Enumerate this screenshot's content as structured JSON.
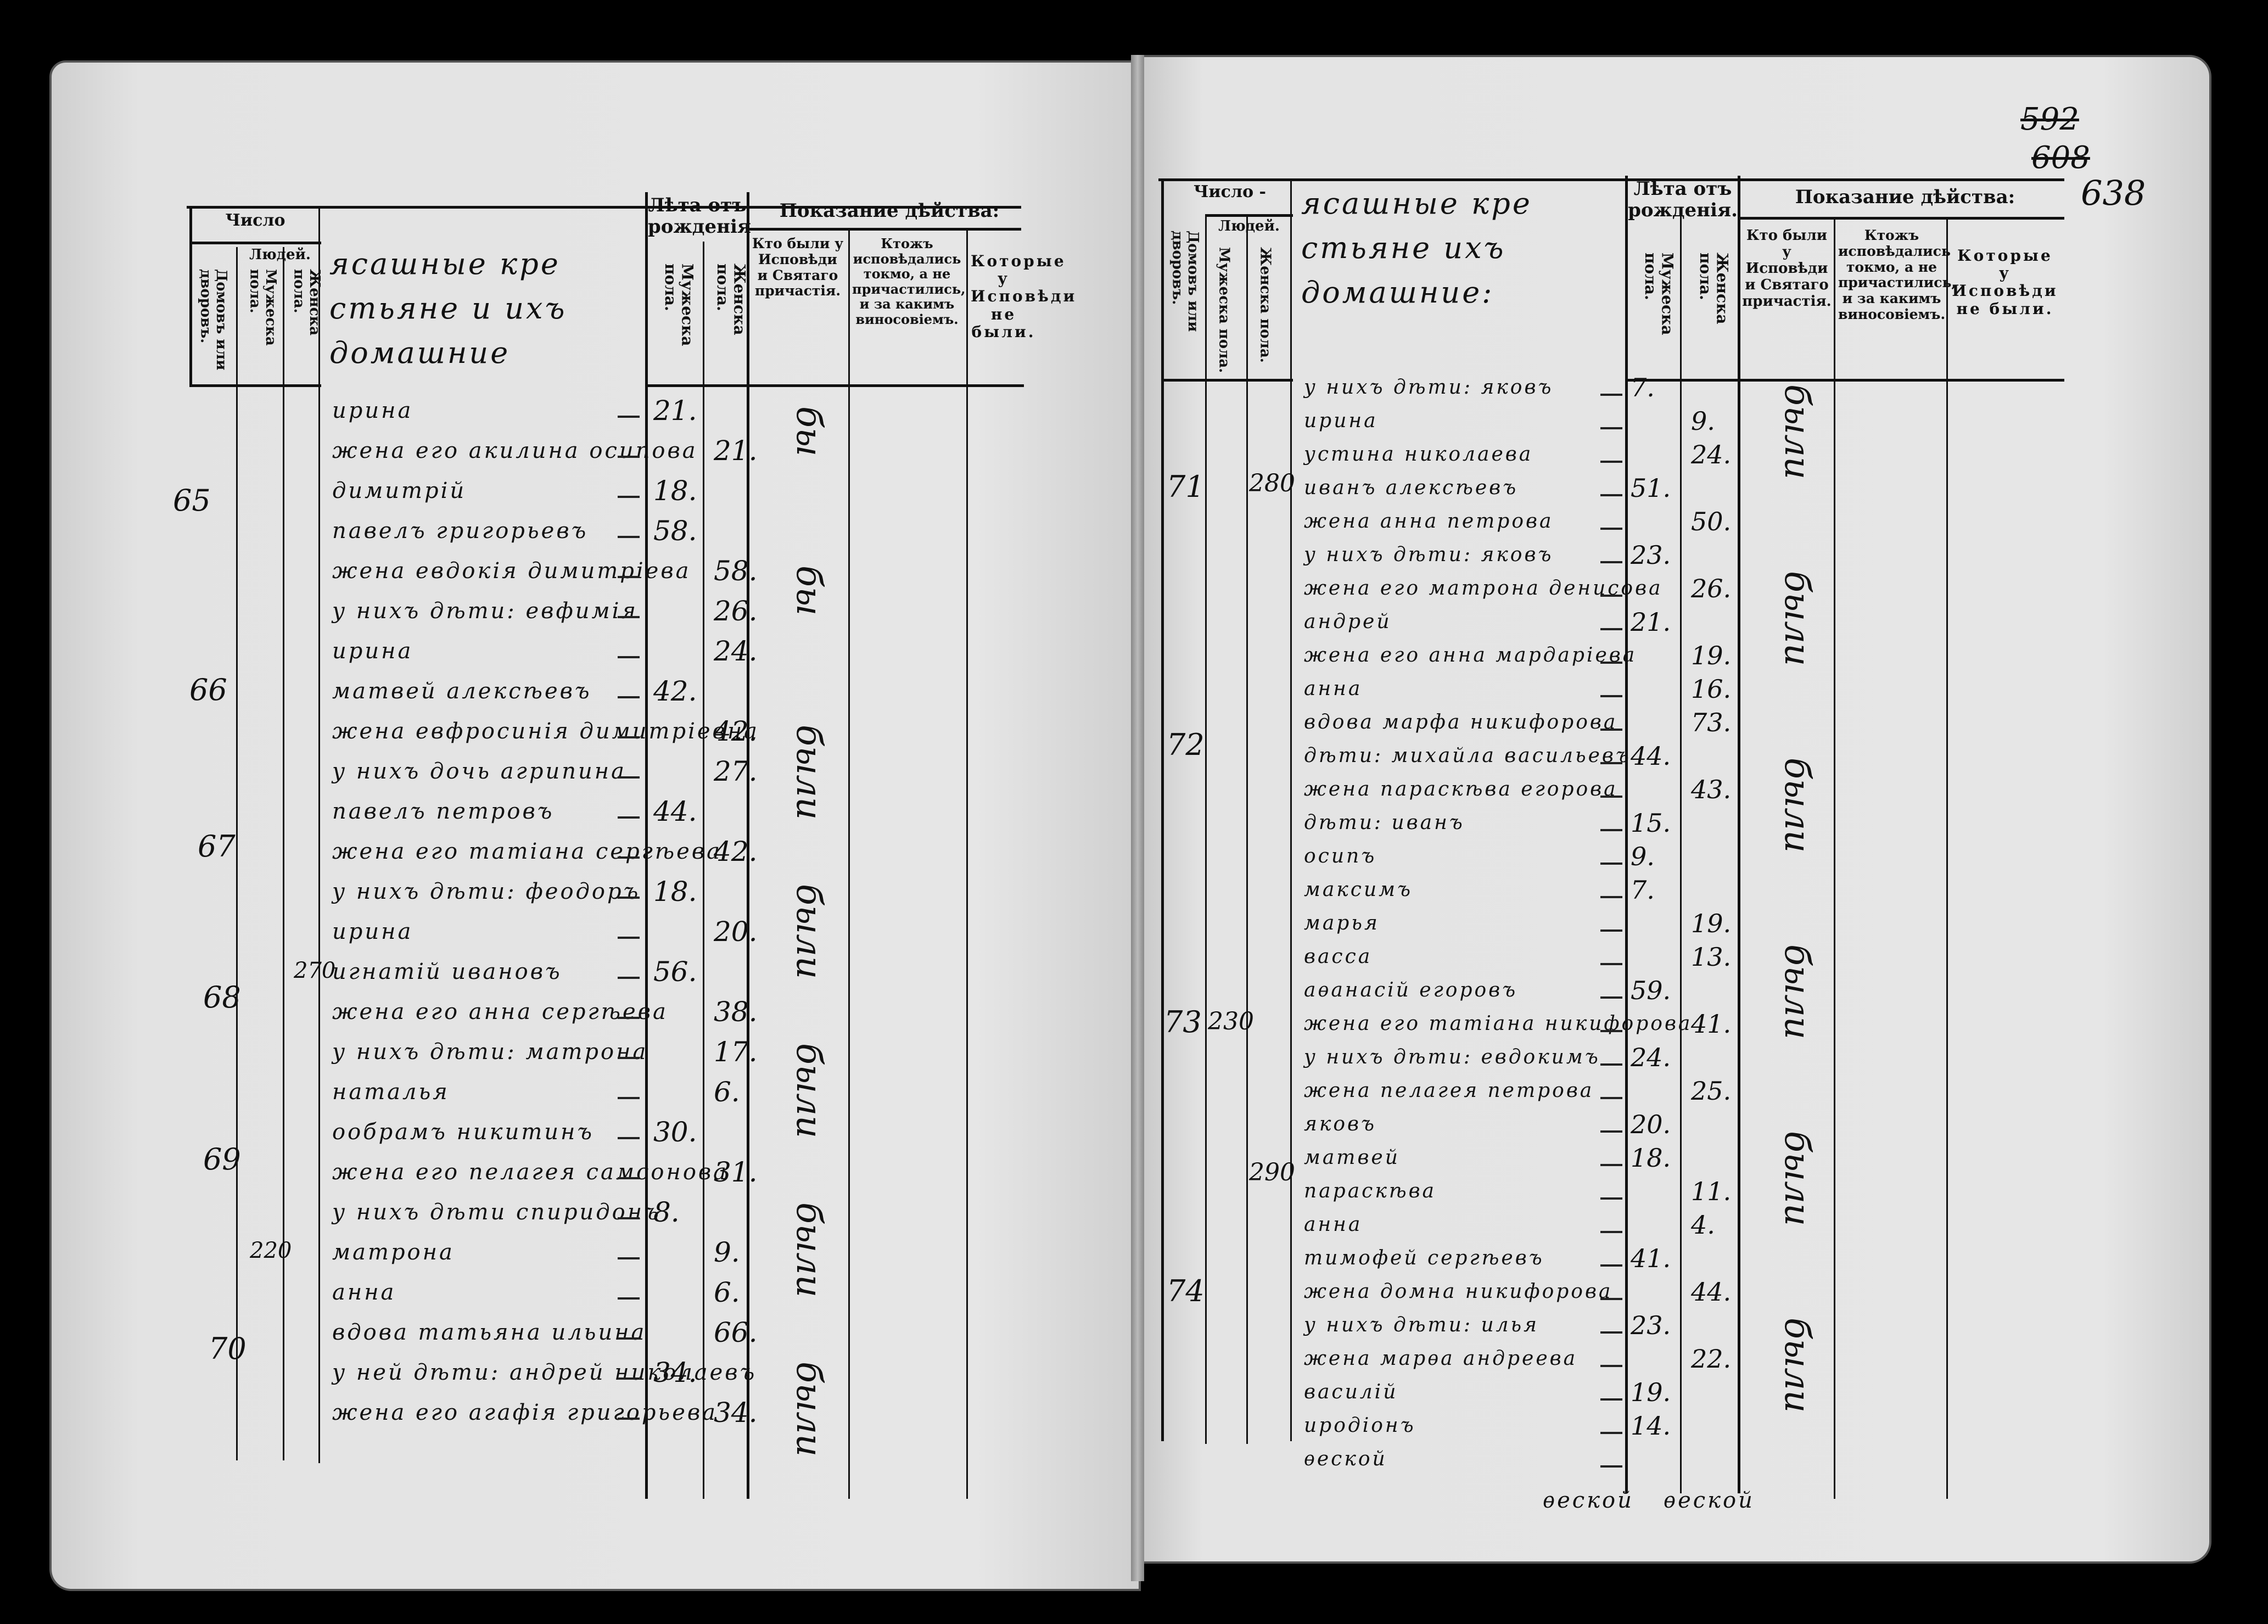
{
  "document": {
    "folio_marks": [
      "592",
      "608",
      "638"
    ],
    "left_page": {
      "headers": {
        "number": "Число",
        "people": "Людей.",
        "houses": "Домовъ или дворовъ.",
        "male": "Мужеска пола.",
        "female": "Женска пола.",
        "household_title": "ясашные кре стьяне и ихъ домашние",
        "age_header": "Лѣта отъ рожденія",
        "age_male": "Мужеска пола.",
        "age_female": "Женска пола.",
        "action_header": "Показание дѣйства:",
        "col_confessed": "Кто были у Исповѣди и Святаго причастія.",
        "col_confessed_only": "Ктожъ исповѣдались токмо, а не причастились, и за какимъ виносовіемъ.",
        "col_not_confessed": "Которые у Исповѣди не были."
      },
      "house_numbers": [
        "65",
        "66",
        "67",
        "68",
        "69",
        "70"
      ],
      "people_tallies": [
        "270",
        "220"
      ],
      "entries": [
        {
          "name": "ирина",
          "male": "21.",
          "female": ""
        },
        {
          "name": "жена его акилина осипова",
          "male": "",
          "female": "21."
        },
        {
          "name": "димитрій",
          "male": "18.",
          "female": ""
        },
        {
          "name": "павелъ григорьевъ",
          "male": "58.",
          "female": ""
        },
        {
          "name": "жена евдокія димитріева",
          "male": "",
          "female": "58."
        },
        {
          "name": "у нихъ дѣти: евфимія",
          "male": "",
          "female": "26."
        },
        {
          "name": "ирина",
          "male": "",
          "female": "24."
        },
        {
          "name": "матвей алексѣевъ",
          "male": "42.",
          "female": ""
        },
        {
          "name": "жена евфросинія димитріевна",
          "male": "",
          "female": "42."
        },
        {
          "name": "у нихъ дочь агрипина",
          "male": "",
          "female": "27."
        },
        {
          "name": "павелъ петровъ",
          "male": "44.",
          "female": ""
        },
        {
          "name": "жена его татіана сергѣева",
          "male": "",
          "female": "42."
        },
        {
          "name": "у нихъ дѣти: феодоръ",
          "male": "18.",
          "female": ""
        },
        {
          "name": "ирина",
          "male": "",
          "female": "20."
        },
        {
          "name": "игнатій ивановъ",
          "male": "56.",
          "female": ""
        },
        {
          "name": "жена его анна сергѣева",
          "male": "",
          "female": "38."
        },
        {
          "name": "у нихъ дѣти: матрона",
          "male": "",
          "female": "17."
        },
        {
          "name": "наталья",
          "male": "",
          "female": "6."
        },
        {
          "name": "ообрамъ никитинъ",
          "male": "30.",
          "female": ""
        },
        {
          "name": "жена его пелагея самсонова",
          "male": "",
          "female": "31."
        },
        {
          "name": "у нихъ дѣти спиридонъ",
          "male": "8.",
          "female": ""
        },
        {
          "name": "матрона",
          "male": "",
          "female": "9."
        },
        {
          "name": "анна",
          "male": "",
          "female": "6."
        },
        {
          "name": "вдова татьяна ильина",
          "male": "",
          "female": "66."
        },
        {
          "name": "у ней дѣти: андрей николаевъ",
          "male": "34.",
          "female": ""
        },
        {
          "name": "жена его агафія григорьева",
          "male": "",
          "female": "34."
        }
      ],
      "marks": [
        "бы",
        "бы",
        "были",
        "были",
        "были",
        "были",
        "были"
      ]
    },
    "right_page": {
      "headers": {
        "number": "Число -",
        "people": "Людей.",
        "houses": "Домовъ или дворовъ.",
        "male": "Мужеска пола.",
        "female": "Женска пола.",
        "household_title": "ясашные кре стьяне ихъ домашние:",
        "age_header": "Лѣта отъ рожденія.",
        "age_male": "Мужеска пола.",
        "age_female": "Женска пола.",
        "action_header": "Показание дѣйства:",
        "col_confessed": "Кто были у Исповѣди и Святаго причастія.",
        "col_confessed_only": "Ктожъ исповѣдались токмо, а не причастились, и за какимъ виносовіемъ.",
        "col_not_confessed": "Которые у Исповѣди не были."
      },
      "house_numbers": [
        "71",
        "72",
        "73",
        "74"
      ],
      "people_tallies": [
        "280",
        "230",
        "290"
      ],
      "entries": [
        {
          "name": "у нихъ дѣти: яковъ",
          "male": "7.",
          "female": ""
        },
        {
          "name": "ирина",
          "male": "",
          "female": "9."
        },
        {
          "name": "устина николаева",
          "male": "",
          "female": "24."
        },
        {
          "name": "иванъ алексѣевъ",
          "male": "51.",
          "female": ""
        },
        {
          "name": "жена анна петрова",
          "male": "",
          "female": "50."
        },
        {
          "name": "у нихъ дѣти: яковъ",
          "male": "23.",
          "female": ""
        },
        {
          "name": "жена его матрона денисова",
          "male": "",
          "female": "26."
        },
        {
          "name": "андрей",
          "male": "21.",
          "female": ""
        },
        {
          "name": "жена его анна мардаріева",
          "male": "",
          "female": "19."
        },
        {
          "name": "анна",
          "male": "",
          "female": "16."
        },
        {
          "name": "вдова марфа никифорова",
          "male": "",
          "female": "73."
        },
        {
          "name": "дѣти: михайла васильевъ",
          "male": "44.",
          "female": ""
        },
        {
          "name": "жена параскѣва егорова",
          "male": "",
          "female": "43."
        },
        {
          "name": "дѣти: иванъ",
          "male": "15.",
          "female": ""
        },
        {
          "name": "осипъ",
          "male": "9.",
          "female": ""
        },
        {
          "name": "максимъ",
          "male": "7.",
          "female": ""
        },
        {
          "name": "марья",
          "male": "",
          "female": "19."
        },
        {
          "name": "васса",
          "male": "",
          "female": "13."
        },
        {
          "name": "аѳанасій егоровъ",
          "male": "59.",
          "female": ""
        },
        {
          "name": "жена его татіана никифорова",
          "male": "",
          "female": "41."
        },
        {
          "name": "у нихъ дѣти: евдокимъ",
          "male": "24.",
          "female": ""
        },
        {
          "name": "жена пелагея петрова",
          "male": "",
          "female": "25."
        },
        {
          "name": "яковъ",
          "male": "20.",
          "female": ""
        },
        {
          "name": "матвей",
          "male": "18.",
          "female": ""
        },
        {
          "name": "параскѣва",
          "male": "",
          "female": "11."
        },
        {
          "name": "анна",
          "male": "",
          "female": "4."
        },
        {
          "name": "тимофей сергѣевъ",
          "male": "41.",
          "female": ""
        },
        {
          "name": "жена домна никифорова",
          "male": "",
          "female": "44."
        },
        {
          "name": "у нихъ дѣти: илья",
          "male": "23.",
          "female": ""
        },
        {
          "name": "жена марѳа андреева",
          "male": "",
          "female": "22."
        },
        {
          "name": "василій",
          "male": "19.",
          "female": ""
        },
        {
          "name": "иродіонъ",
          "male": "14.",
          "female": ""
        },
        {
          "name": "ѳеской",
          "male": "",
          "female": ""
        }
      ],
      "marks": [
        "были",
        "были",
        "были",
        "были",
        "были",
        "были"
      ],
      "footer_marks": [
        "ѳеской",
        "ѳеской"
      ]
    }
  }
}
